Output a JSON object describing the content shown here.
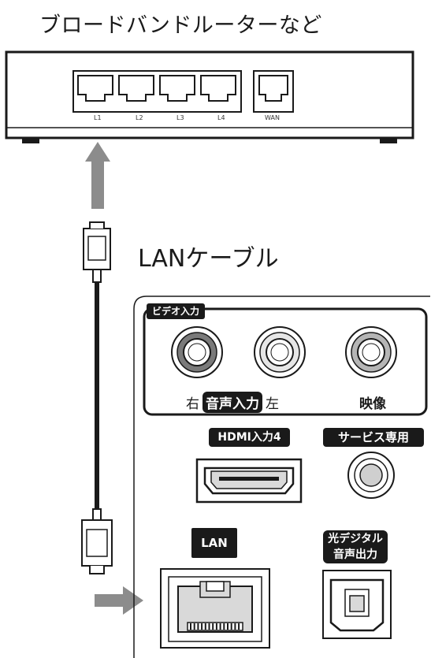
{
  "title": "ブロードバンドルーターなど",
  "cable_label": "LANケーブル",
  "router": {
    "ports": [
      "L1",
      "L2",
      "L3",
      "L4"
    ],
    "wan": "WAN"
  },
  "panel": {
    "video_input_tag": "ビデオ入力",
    "audio_right": "右",
    "audio_input": "音声入力",
    "audio_left": "左",
    "video_label": "映像",
    "hdmi_tag": "HDMI入力4",
    "service_tag": "サービス専用",
    "lan_tag": "LAN",
    "optical_tag_line1": "光デジタル",
    "optical_tag_line2": "音声出力"
  },
  "colors": {
    "ink": "#1a1a1a",
    "arrow_gray": "#8c8c8c",
    "port_fill": "#d9d9d9"
  }
}
